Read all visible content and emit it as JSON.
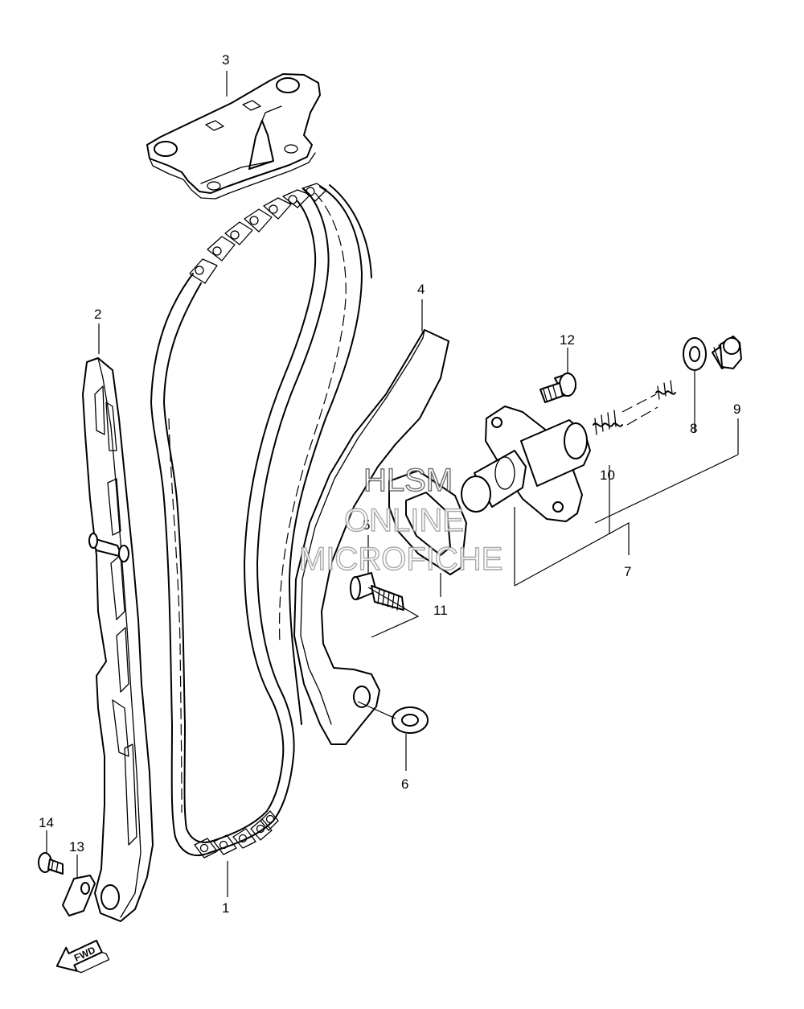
{
  "watermark": {
    "line1": "HLSM",
    "line2": "ONLINE",
    "line3": "MICROFICHE"
  },
  "direction_arrow": {
    "label": "FWD",
    "icon": "fwd-arrow-icon"
  },
  "callouts": [
    {
      "id": "c1",
      "label": "1"
    },
    {
      "id": "c2",
      "label": "2"
    },
    {
      "id": "c3",
      "label": "3"
    },
    {
      "id": "c4",
      "label": "4"
    },
    {
      "id": "c5",
      "label": "5"
    },
    {
      "id": "c6",
      "label": "6"
    },
    {
      "id": "c7",
      "label": "7"
    },
    {
      "id": "c8",
      "label": "8"
    },
    {
      "id": "c9",
      "label": "9"
    },
    {
      "id": "c10",
      "label": "10"
    },
    {
      "id": "c11",
      "label": "11"
    },
    {
      "id": "c12",
      "label": "12"
    },
    {
      "id": "c13",
      "label": "13"
    },
    {
      "id": "c14",
      "label": "14"
    }
  ]
}
